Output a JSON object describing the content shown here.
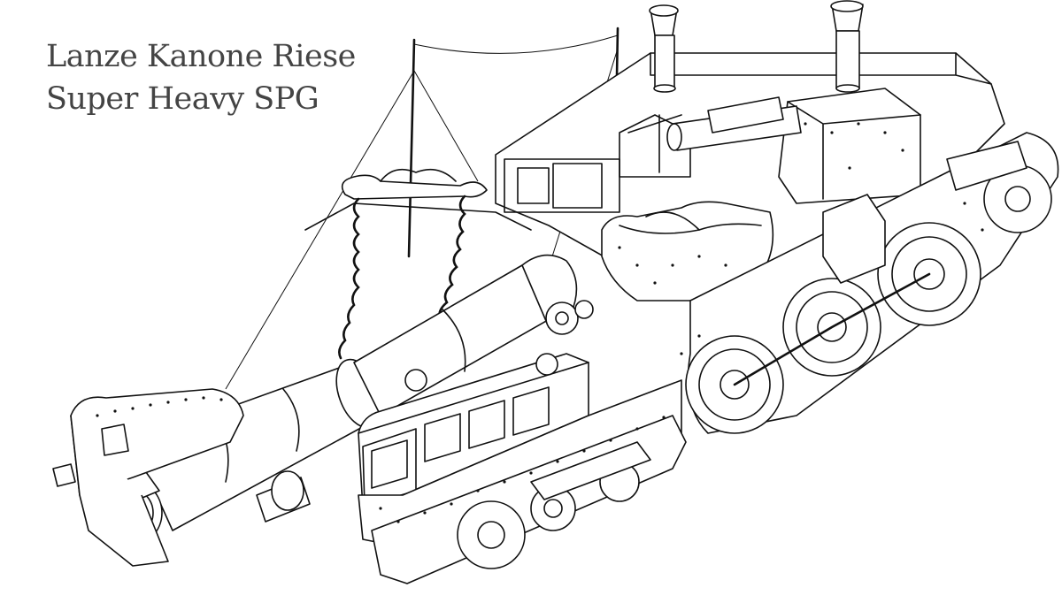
{
  "caption": {
    "line1": "Lanze Kanone Riese",
    "line2": "Super Heavy SPG"
  },
  "colors": {
    "ink": "#111111",
    "caption_text": "#444444",
    "background": "#ffffff"
  },
  "illustration": {
    "subject": "line-art drawing of a steam-powered super heavy self-propelled gun on tracks"
  }
}
